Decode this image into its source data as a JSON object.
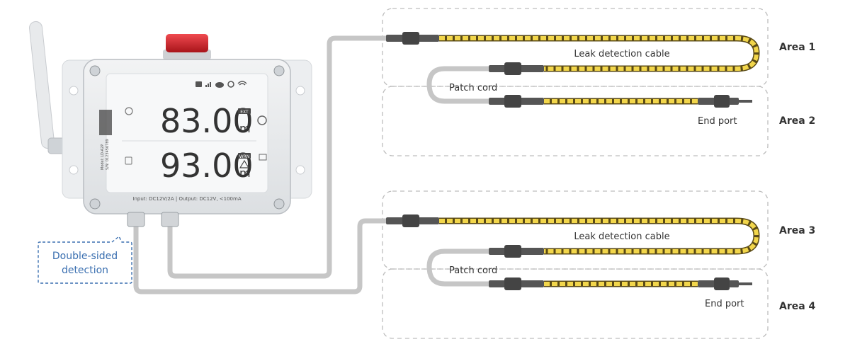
{
  "device": {
    "reading_top": "83.00",
    "reading_bottom": "93.00",
    "unit": "m",
    "top_tag": "EXT",
    "bottom_tag": "WRN",
    "power_spec": "Input: DC12V/2A  |  Output: DC12V, <100mA",
    "model_text": "Model: LD-A2P",
    "serial_text": "S/N: 0123456789",
    "status_icons": [
      "battery-icon",
      "signal-bars-icon",
      "cloud-icon",
      "network-icon",
      "wifi-icon"
    ]
  },
  "callout": {
    "line1": "Double-sided",
    "line2": "detection"
  },
  "labels": {
    "leak_cable_1": "Leak detection cable",
    "patch_cord_1": "Patch cord",
    "end_port_1": "End port",
    "leak_cable_2": "Leak detection cable",
    "patch_cord_2": "Patch cord",
    "end_port_2": "End port"
  },
  "areas": [
    "Area 1",
    "Area 2",
    "Area 3",
    "Area 4"
  ],
  "colors": {
    "cable_yellow": "#f2d64b",
    "cable_stripe": "#5a4a16",
    "patch_grey": "#c6c6c6",
    "connector": "#555555",
    "beacon_red": "#d2232a",
    "callout_blue": "#3a6fb0"
  }
}
